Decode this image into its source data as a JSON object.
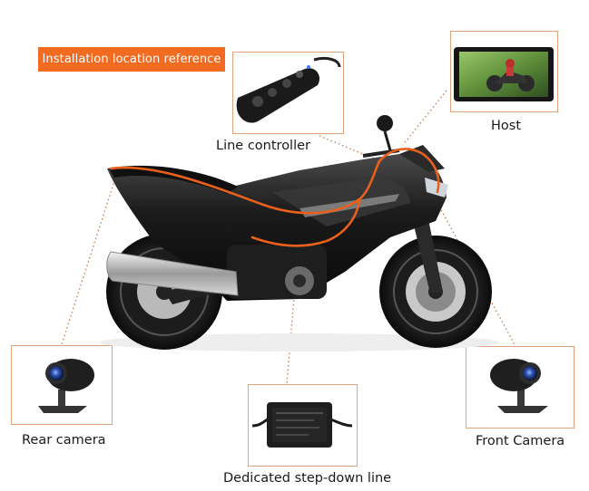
{
  "header": {
    "badge_text": "Installation location reference"
  },
  "components": {
    "line_controller": "Line controller",
    "host": "Host",
    "rear_camera": "Rear camera",
    "front_camera": "Front Camera",
    "step_down_line": "Dedicated step-down line"
  },
  "colors": {
    "accent": "#f36a21",
    "box_border": "#e0a37c",
    "cable": "#e8601c",
    "dotted_line": "#c9774a",
    "motorcycle_body": "#141414"
  },
  "icons": [
    "motorcycle-image",
    "line-controller-icon",
    "host-screen-icon",
    "rear-camera-icon",
    "front-camera-icon",
    "step-down-box-icon"
  ]
}
